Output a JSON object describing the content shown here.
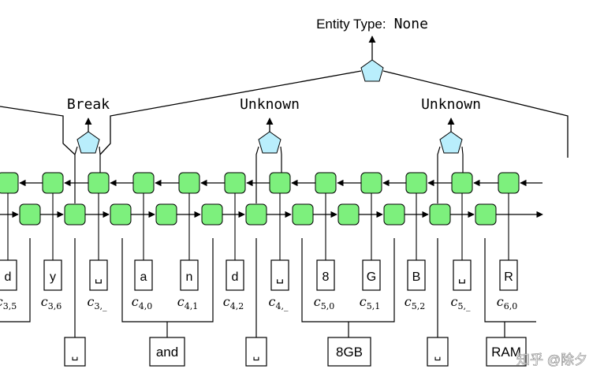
{
  "title": {
    "prefix": "Entity Type:",
    "value": "None"
  },
  "span_labels": [
    "Break",
    "Unknown",
    "Unknown"
  ],
  "char_chars": [
    "d",
    "y",
    "␣",
    "a",
    "n",
    "d",
    "␣",
    "8",
    "G",
    "B",
    "␣",
    "R"
  ],
  "char_subscripts": [
    {
      "base": "c",
      "sub": "3,5"
    },
    {
      "base": "c",
      "sub": "3,6"
    },
    {
      "base": "c",
      "sub": "3,_"
    },
    {
      "base": "c",
      "sub": "4,0"
    },
    {
      "base": "c",
      "sub": "4,1"
    },
    {
      "base": "c",
      "sub": "4,2"
    },
    {
      "base": "c",
      "sub": "4,_"
    },
    {
      "base": "c",
      "sub": "5,0"
    },
    {
      "base": "c",
      "sub": "5,1"
    },
    {
      "base": "c",
      "sub": "5,2"
    },
    {
      "base": "c",
      "sub": "5,_"
    },
    {
      "base": "c",
      "sub": "6,0"
    }
  ],
  "word_tokens": [
    "␣",
    "and",
    "␣",
    "8GB",
    "␣",
    "RAM"
  ],
  "watermark": "知乎 @除夕",
  "colors": {
    "cell": "#7df07d",
    "pentagon": "#b9eefc",
    "line": "#000000"
  }
}
